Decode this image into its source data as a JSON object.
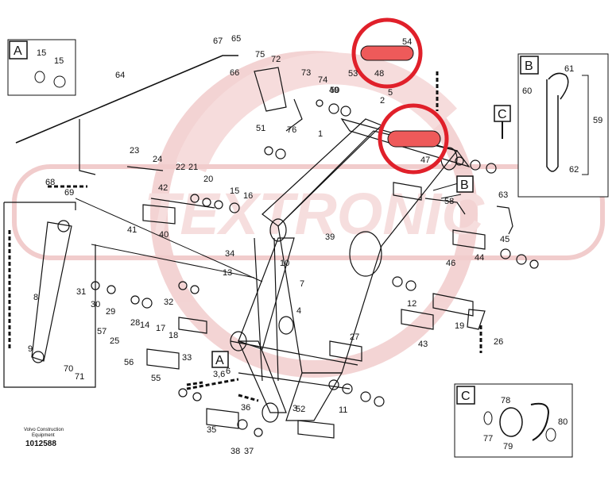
{
  "document": {
    "caption_line1": "Volvo Construction",
    "caption_line2": "Equipment",
    "figure_number": "1012588"
  },
  "watermark": {
    "text": "TEXTRONIC",
    "color": "#e8a0a0"
  },
  "highlight_color": "#e0202a",
  "detail_boxes": [
    {
      "letter": "A",
      "labels": [
        "15",
        "15"
      ]
    },
    {
      "letter": "B",
      "labels": [
        "61",
        "60",
        "59",
        "62"
      ]
    },
    {
      "letter": "C",
      "labels": [
        "78",
        "77",
        "79",
        "80"
      ]
    }
  ],
  "callout_flags": [
    {
      "letter": "A",
      "suffix": "3,6"
    },
    {
      "letter": "B"
    },
    {
      "letter": "C"
    }
  ],
  "part_labels": [
    "67",
    "65",
    "66",
    "64",
    "75",
    "72",
    "73",
    "74",
    "50",
    "49",
    "54",
    "53",
    "48",
    "5",
    "2",
    "1",
    "51",
    "76",
    "8",
    "3",
    "4",
    "7",
    "10",
    "13",
    "34",
    "39",
    "9",
    "70",
    "71",
    "23",
    "24",
    "22",
    "21",
    "20",
    "15",
    "16",
    "42",
    "41",
    "40",
    "68",
    "69",
    "31",
    "30",
    "29",
    "28",
    "14",
    "17",
    "18",
    "32",
    "33",
    "57",
    "25",
    "56",
    "55",
    "36",
    "35",
    "38",
    "37",
    "11",
    "12",
    "19",
    "26",
    "27",
    "43",
    "44",
    "45",
    "46",
    "47",
    "58",
    "63",
    "52",
    "6"
  ],
  "highlighted_parts": [
    "48",
    "54",
    "5"
  ]
}
